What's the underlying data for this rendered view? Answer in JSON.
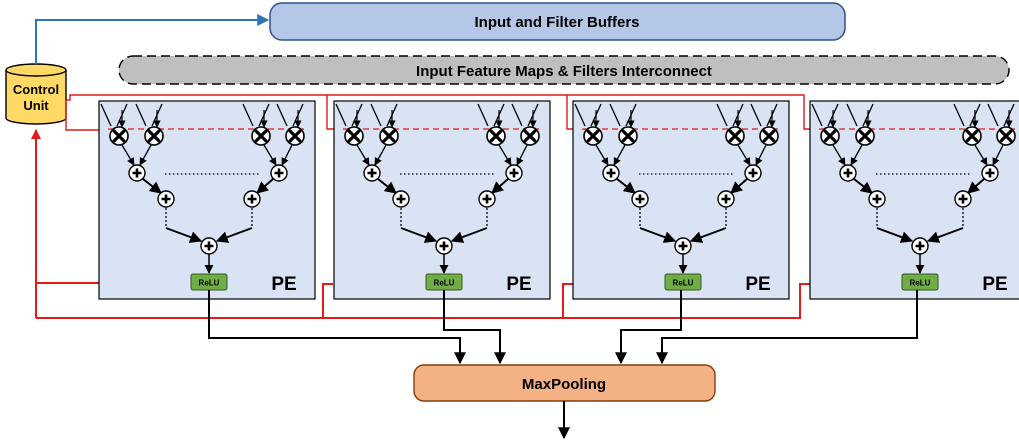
{
  "blocks": {
    "buffers_label": "Input and Filter Buffers",
    "interconnect_label": "Input Feature Maps & Filters Interconnect",
    "control_unit_line1": "Control",
    "control_unit_line2": "Unit",
    "maxpool_label": "MaxPooling"
  },
  "pe": {
    "count": 4,
    "label": "PE",
    "relu_label": "ReLU",
    "multiplier_symbol": "×",
    "adder_symbol": "+"
  },
  "colors": {
    "buffers_fill": "#b4c7e7",
    "buffers_stroke": "#2f528f",
    "interconnect_fill": "#bfbfbf",
    "control_fill": "#ffd966",
    "pe_fill": "#dae3f3",
    "relu_fill": "#70ad47",
    "maxpool_fill": "#f4b183",
    "control_wire": "#e21a1a",
    "data_wire": "#000000",
    "buffer_wire": "#2e75b6"
  }
}
